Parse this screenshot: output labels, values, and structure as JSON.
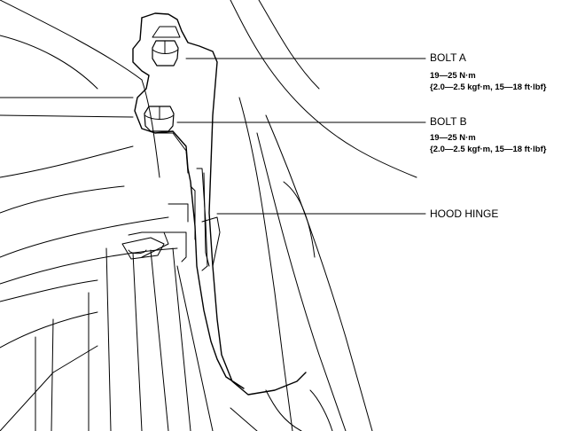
{
  "callouts": {
    "bolt_a": {
      "name": "BOLT A",
      "torque": "19—25 N·m",
      "torque_alt": "{2.0—2.5 kgf·m, 15—18 ft·lbf}"
    },
    "bolt_b": {
      "name": "BOLT B",
      "torque": "19—25 N·m",
      "torque_alt": "{2.0—2.5 kgf·m, 15—18 ft·lbf}"
    },
    "hood_hinge": {
      "name": "HOOD HINGE"
    }
  },
  "style": {
    "line_color": "#000000",
    "background": "#ffffff"
  }
}
